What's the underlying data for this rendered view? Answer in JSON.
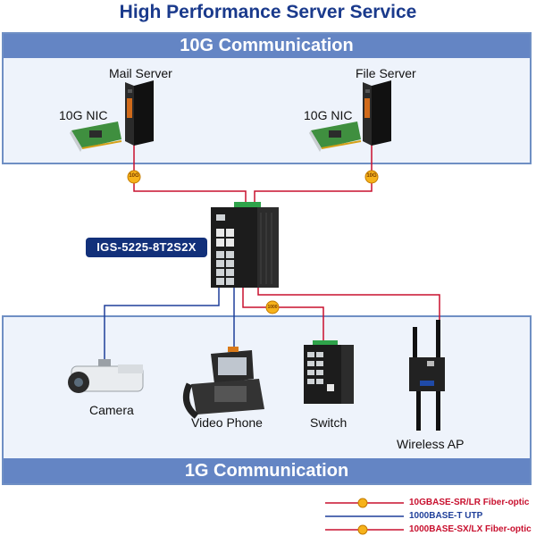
{
  "title": "High Performance Server Service",
  "top_panel": {
    "label": "10G Communication"
  },
  "bottom_panel": {
    "label": "1G Communication"
  },
  "servers": [
    {
      "name": "Mail Server",
      "nic": "10G NIC"
    },
    {
      "name": "File Server",
      "nic": "10G NIC"
    }
  ],
  "core_switch": {
    "model": "IGS-5225-8T2S2X"
  },
  "devices": [
    {
      "name": "Camera"
    },
    {
      "name": "Video Phone"
    },
    {
      "name": "Switch"
    },
    {
      "name": "Wireless AP"
    }
  ],
  "badges": {
    "ten_g": "10G",
    "one_g": "1000"
  },
  "legend": [
    {
      "text": "10GBASE-SR/LR Fiber-optic",
      "color": "#c8102e"
    },
    {
      "text": "1000BASE-T UTP",
      "color": "#1f3f9a"
    },
    {
      "text": "1000BASE-SX/LX Fiber-optic",
      "color": "#c8102e"
    }
  ],
  "colors": {
    "fiber": "#c8102e",
    "utp": "#1f3f9a",
    "panel_bar": "#6485c4",
    "title": "#1a3a8c"
  }
}
